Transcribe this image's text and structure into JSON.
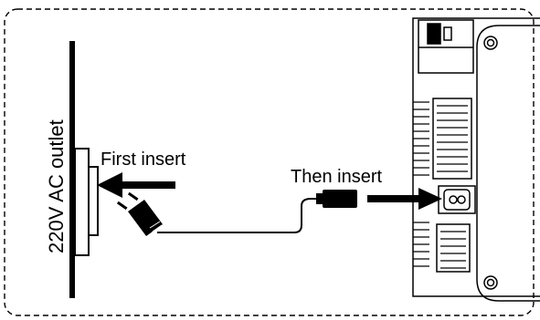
{
  "labels": {
    "wall": "220V AC outlet",
    "first": "First insert",
    "then": "Then insert"
  }
}
